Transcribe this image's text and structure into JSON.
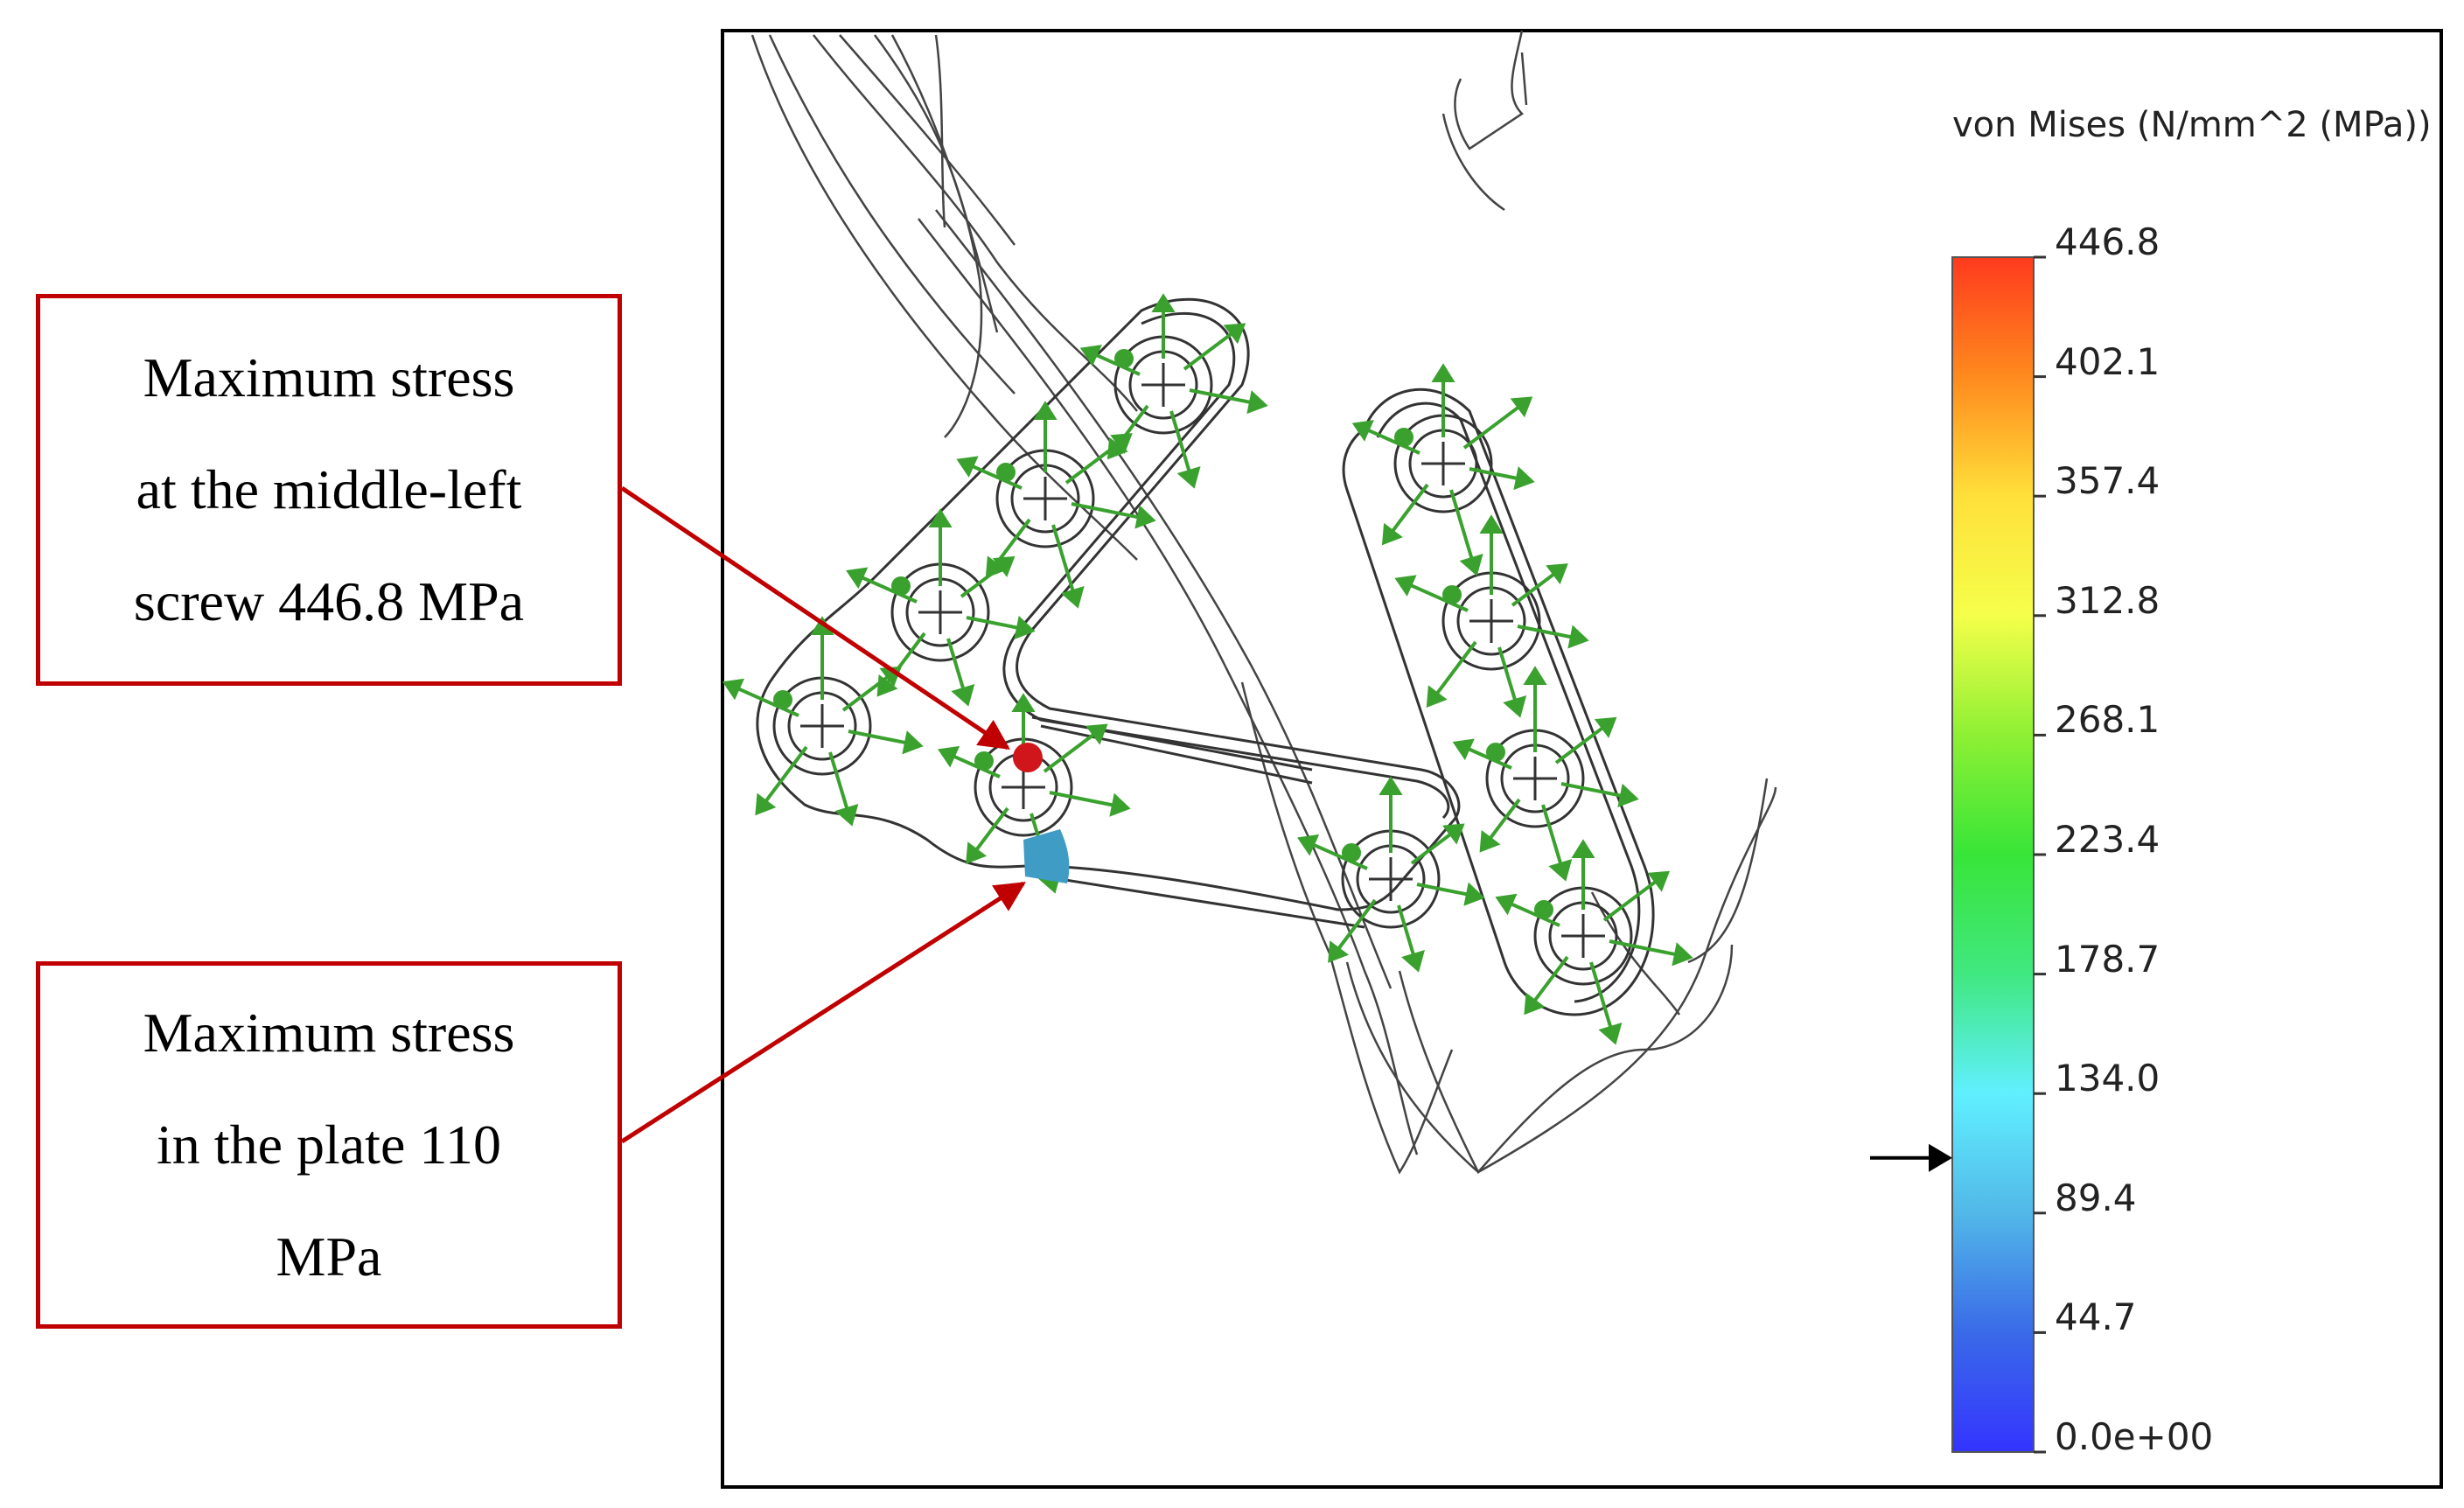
{
  "callouts": {
    "screw": {
      "lines": [
        "Maximum stress",
        "at the middle-left",
        "screw 446.8 MPa"
      ]
    },
    "plate": {
      "lines": [
        "Maximum stress",
        "in the plate 110",
        "MPa"
      ]
    },
    "color": "#c00000"
  },
  "legend": {
    "title": "von Mises (N/mm^2 (MPa))",
    "ticks": [
      "446.8",
      "402.1",
      "357.4",
      "312.8",
      "268.1",
      "223.4",
      "178.7",
      "134.0",
      "89.4",
      "44.7",
      "0.0e+00"
    ],
    "colors": [
      "#ff3a1e",
      "#ff8a1e",
      "#ffe03a",
      "#f5ff4a",
      "#8ef034",
      "#38e538",
      "#40e880",
      "#60f0ff",
      "#52b8e8",
      "#3a6ae8",
      "#3434ff"
    ],
    "indicator_value": 110
  },
  "markers": {
    "max_screw_color": "#d0161a",
    "max_plate_color": "#3f9cc4"
  },
  "model": {
    "line_color": "#333333",
    "fixture_color": "#3aa12e"
  }
}
